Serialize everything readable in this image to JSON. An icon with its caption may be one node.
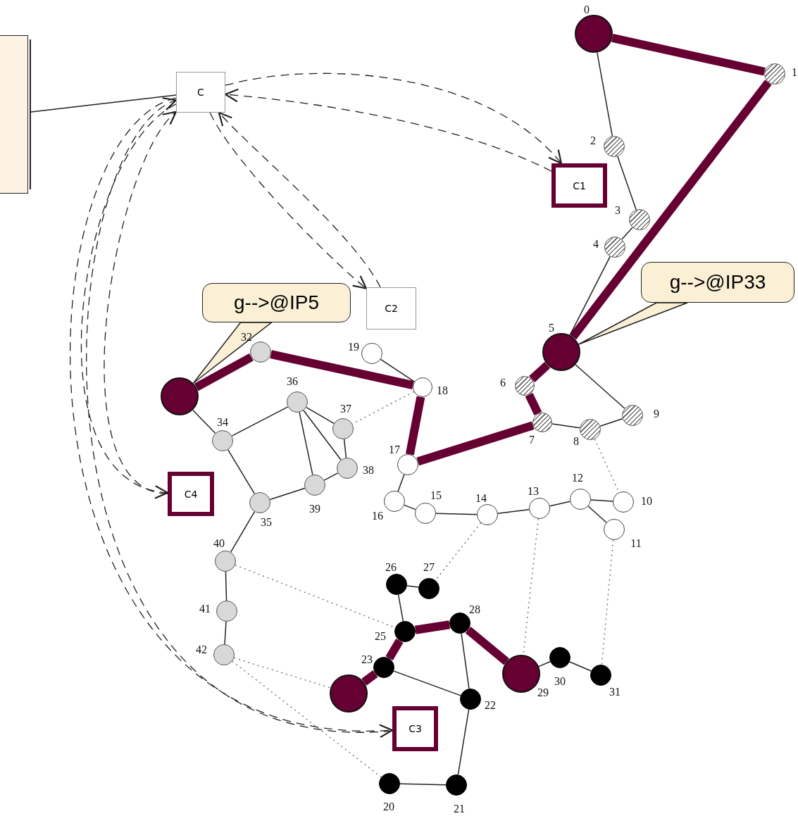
{
  "diagram": {
    "nodes": [
      {
        "text": [],
        "shape": "circle",
        "beside": [
          "0"
        ]
      },
      {
        "text": [],
        "shape": "circle",
        "beside": [
          "1"
        ]
      },
      {
        "text": [],
        "shape": "circle",
        "beside": [
          "2"
        ]
      },
      {
        "text": [],
        "shape": "circle",
        "beside": [
          "3"
        ]
      },
      {
        "text": [],
        "shape": "circle",
        "beside": [
          "4"
        ]
      },
      {
        "text": [],
        "shape": "circle",
        "beside": [
          "5"
        ]
      },
      {
        "text": [],
        "shape": "circle",
        "beside": [
          "6"
        ]
      },
      {
        "text": [],
        "shape": "circle",
        "beside": [
          "7"
        ]
      },
      {
        "text": [],
        "shape": "circle",
        "beside": [
          "8"
        ]
      },
      {
        "text": [],
        "shape": "circle",
        "beside": [
          "9"
        ]
      },
      {
        "text": [],
        "shape": "circle",
        "beside": [
          "10"
        ]
      },
      {
        "text": [],
        "shape": "circle",
        "beside": [
          "11"
        ]
      },
      {
        "text": [],
        "shape": "circle",
        "beside": [
          "12"
        ]
      },
      {
        "text": [],
        "shape": "circle",
        "beside": [
          "13"
        ]
      },
      {
        "text": [],
        "shape": "circle",
        "beside": [
          "14"
        ]
      },
      {
        "text": [],
        "shape": "circle",
        "beside": [
          "15"
        ]
      },
      {
        "text": [],
        "shape": "circle",
        "beside": [
          "16"
        ]
      },
      {
        "text": [],
        "shape": "circle",
        "beside": [
          "17"
        ]
      },
      {
        "text": [],
        "shape": "circle",
        "beside": [
          "18"
        ]
      },
      {
        "text": [],
        "shape": "circle",
        "beside": [
          "19"
        ]
      },
      {
        "text": [],
        "shape": "circle",
        "beside": [
          "20"
        ]
      },
      {
        "text": [],
        "shape": "circle",
        "beside": [
          "21"
        ]
      },
      {
        "text": [],
        "shape": "circle",
        "beside": [
          "22"
        ]
      },
      {
        "text": [],
        "shape": "circle",
        "beside": [
          "23"
        ]
      },
      {
        "text": [],
        "shape": "circle"
      },
      {
        "text": [],
        "shape": "circle",
        "beside": [
          "25"
        ]
      },
      {
        "text": [],
        "shape": "circle",
        "beside": [
          "26"
        ]
      },
      {
        "text": [],
        "shape": "circle",
        "beside": [
          "27"
        ]
      },
      {
        "text": [],
        "shape": "circle",
        "beside": [
          "28"
        ]
      },
      {
        "text": [],
        "shape": "circle",
        "beside": [
          "29"
        ]
      },
      {
        "text": [],
        "shape": "circle",
        "beside": [
          "30"
        ]
      },
      {
        "text": [],
        "shape": "circle",
        "beside": [
          "31"
        ]
      },
      {
        "text": [],
        "shape": "circle",
        "beside": [
          "32"
        ]
      },
      {
        "text": [],
        "shape": "circle"
      },
      {
        "text": [],
        "shape": "circle",
        "beside": [
          "34"
        ]
      },
      {
        "text": [],
        "shape": "circle",
        "beside": [
          "35"
        ]
      },
      {
        "text": [],
        "shape": "circle",
        "beside": [
          "36"
        ]
      },
      {
        "text": [],
        "shape": "circle",
        "beside": [
          "37"
        ]
      },
      {
        "text": [],
        "shape": "circle",
        "beside": [
          "38"
        ]
      },
      {
        "text": [],
        "shape": "circle",
        "beside": [
          "39"
        ]
      },
      {
        "text": [],
        "shape": "circle",
        "beside": [
          "40"
        ]
      },
      {
        "text": [],
        "shape": "circle",
        "beside": [
          "41"
        ]
      },
      {
        "text": [],
        "shape": "circle",
        "beside": [
          "42"
        ]
      },
      {
        "text": [],
        "shape": "box"
      },
      {
        "text": [
          "C"
        ]
      },
      {
        "text": [
          "C1"
        ]
      },
      {
        "text": [
          "C2"
        ]
      },
      {
        "text": [
          "C4"
        ]
      },
      {
        "text": [
          "C3"
        ]
      },
      {
        "text": [
          "g-->@IP5"
        ]
      },
      {
        "text": [
          "g-->@IP33"
        ]
      }
    ],
    "edges": [
      {
        "from": 0,
        "to": 1,
        "arrow": "none",
        "style": "thick",
        "color": "#660033"
      },
      {
        "from": 1,
        "to": 5,
        "arrow": "none",
        "style": "thick",
        "color": "#660033"
      },
      {
        "from": 5,
        "to": 6,
        "arrow": "none",
        "style": "thick",
        "color": "#660033"
      },
      {
        "from": 6,
        "to": 7,
        "arrow": "none",
        "style": "thick",
        "color": "#660033"
      },
      {
        "from": 7,
        "to": 17,
        "arrow": "none",
        "style": "thick",
        "color": "#660033"
      },
      {
        "from": 17,
        "to": 18,
        "arrow": "none",
        "style": "thick",
        "color": "#660033"
      },
      {
        "from": 18,
        "to": 32,
        "arrow": "none",
        "style": "thick",
        "color": "#660033"
      },
      {
        "from": 32,
        "to": 33,
        "arrow": "none",
        "style": "thick",
        "color": "#660033"
      },
      {
        "from": 24,
        "to": 23,
        "arrow": "none",
        "style": "thick",
        "color": "#660033"
      },
      {
        "from": 23,
        "to": 25,
        "arrow": "none",
        "style": "thick",
        "color": "#660033"
      },
      {
        "from": 25,
        "to": 28,
        "arrow": "none",
        "style": "thick",
        "color": "#660033"
      },
      {
        "from": 28,
        "to": 29,
        "arrow": "none",
        "style": "thick",
        "color": "#660033"
      },
      {
        "from": 0,
        "to": 2,
        "arrow": "none"
      },
      {
        "from": 2,
        "to": 3,
        "arrow": "none"
      },
      {
        "from": 3,
        "to": 4,
        "arrow": "none"
      },
      {
        "from": 4,
        "to": 5,
        "arrow": "none"
      },
      {
        "from": 5,
        "to": 9,
        "arrow": "none"
      },
      {
        "from": 9,
        "to": 8,
        "arrow": "none"
      },
      {
        "from": 8,
        "to": 7,
        "arrow": "none"
      },
      {
        "from": 19,
        "to": 18,
        "arrow": "none"
      },
      {
        "from": 17,
        "to": 16,
        "arrow": "none"
      },
      {
        "from": 16,
        "to": 15,
        "arrow": "none"
      },
      {
        "from": 15,
        "to": 14,
        "arrow": "none"
      },
      {
        "from": 14,
        "to": 13,
        "arrow": "none"
      },
      {
        "from": 13,
        "to": 12,
        "arrow": "none"
      },
      {
        "from": 12,
        "to": 10,
        "arrow": "none"
      },
      {
        "from": 12,
        "to": 11,
        "arrow": "none"
      },
      {
        "from": 33,
        "to": 34,
        "arrow": "none"
      },
      {
        "from": 34,
        "to": 36,
        "arrow": "none"
      },
      {
        "from": 34,
        "to": 35,
        "arrow": "none"
      },
      {
        "from": 36,
        "to": 37,
        "arrow": "none"
      },
      {
        "from": 36,
        "to": 39,
        "arrow": "none"
      },
      {
        "from": 36,
        "to": 38,
        "arrow": "none"
      },
      {
        "from": 37,
        "to": 38,
        "arrow": "none"
      },
      {
        "from": 38,
        "to": 39,
        "arrow": "none"
      },
      {
        "from": 39,
        "to": 35,
        "arrow": "none"
      },
      {
        "from": 35,
        "to": 40,
        "arrow": "none"
      },
      {
        "from": 40,
        "to": 41,
        "arrow": "none"
      },
      {
        "from": 41,
        "to": 42,
        "arrow": "none"
      },
      {
        "from": 26,
        "to": 27,
        "arrow": "none"
      },
      {
        "from": 26,
        "to": 25,
        "arrow": "none"
      },
      {
        "from": 23,
        "to": 22,
        "arrow": "none"
      },
      {
        "from": 28,
        "to": 22,
        "arrow": "none"
      },
      {
        "from": 22,
        "to": 21,
        "arrow": "none"
      },
      {
        "from": 21,
        "to": 20,
        "arrow": "none"
      },
      {
        "from": 29,
        "to": 30,
        "arrow": "none"
      },
      {
        "from": 30,
        "to": 31,
        "arrow": "none"
      },
      {
        "from": 18,
        "to": 37,
        "arrow": "none",
        "style": "dashed",
        "color": "#666666"
      },
      {
        "from": 8,
        "to": 10,
        "arrow": "none",
        "style": "dashed",
        "color": "#666666"
      },
      {
        "from": 14,
        "to": 27,
        "arrow": "none",
        "style": "dashed",
        "color": "#666666"
      },
      {
        "from": 13,
        "to": 29,
        "arrow": "none",
        "style": "dashed",
        "color": "#666666"
      },
      {
        "from": 11,
        "to": 31,
        "arrow": "none",
        "style": "dashed",
        "color": "#666666"
      },
      {
        "from": 40,
        "to": 25,
        "arrow": "none",
        "style": "dashed",
        "color": "#666666"
      },
      {
        "from": 42,
        "to": 24,
        "arrow": "none",
        "style": "dashed",
        "color": "#666666"
      },
      {
        "from": 42,
        "to": 20,
        "arrow": "none",
        "style": "dashed",
        "color": "#666666"
      },
      {
        "from": 43,
        "to": 44,
        "arrow": "none"
      },
      {
        "from": 44,
        "to": 45,
        "arrow": "to",
        "style": "dashed"
      },
      {
        "from": 45,
        "to": 44,
        "arrow": "to",
        "style": "dashed"
      },
      {
        "from": 44,
        "to": 46,
        "arrow": "to",
        "style": "dashed"
      },
      {
        "from": 46,
        "to": 44,
        "arrow": "to",
        "style": "dashed"
      },
      {
        "from": 44,
        "to": 47,
        "arrow": "to",
        "style": "dashed"
      },
      {
        "from": 47,
        "to": 44,
        "arrow": "to",
        "style": "dashed"
      },
      {
        "from": 44,
        "to": 48,
        "arrow": "to",
        "style": "dashed"
      },
      {
        "from": 48,
        "to": 44,
        "arrow": "to",
        "style": "dashed"
      },
      {
        "from": 49,
        "to": 33,
        "arrow": "none"
      },
      {
        "from": 50,
        "to": 5,
        "arrow": "none"
      }
    ]
  }
}
